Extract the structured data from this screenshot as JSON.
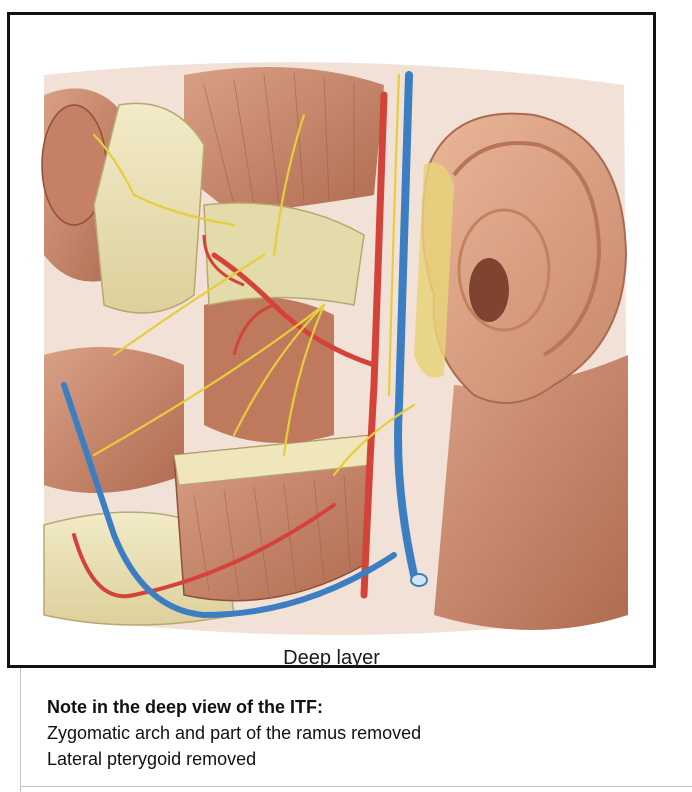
{
  "figure": {
    "caption": "Deep layer",
    "colors": {
      "muscle": "#c98b6e",
      "muscle_dark": "#a5614a",
      "bone": "#ece3b8",
      "artery": "#d3433a",
      "vein": "#3b7ec2",
      "nerve": "#e7cd3c",
      "skin": "#e0a88a"
    }
  },
  "note": {
    "title": "Note in the deep view of the ITF:",
    "lines": [
      "Zygomatic arch and part of the ramus removed",
      "Lateral pterygoid removed"
    ]
  }
}
